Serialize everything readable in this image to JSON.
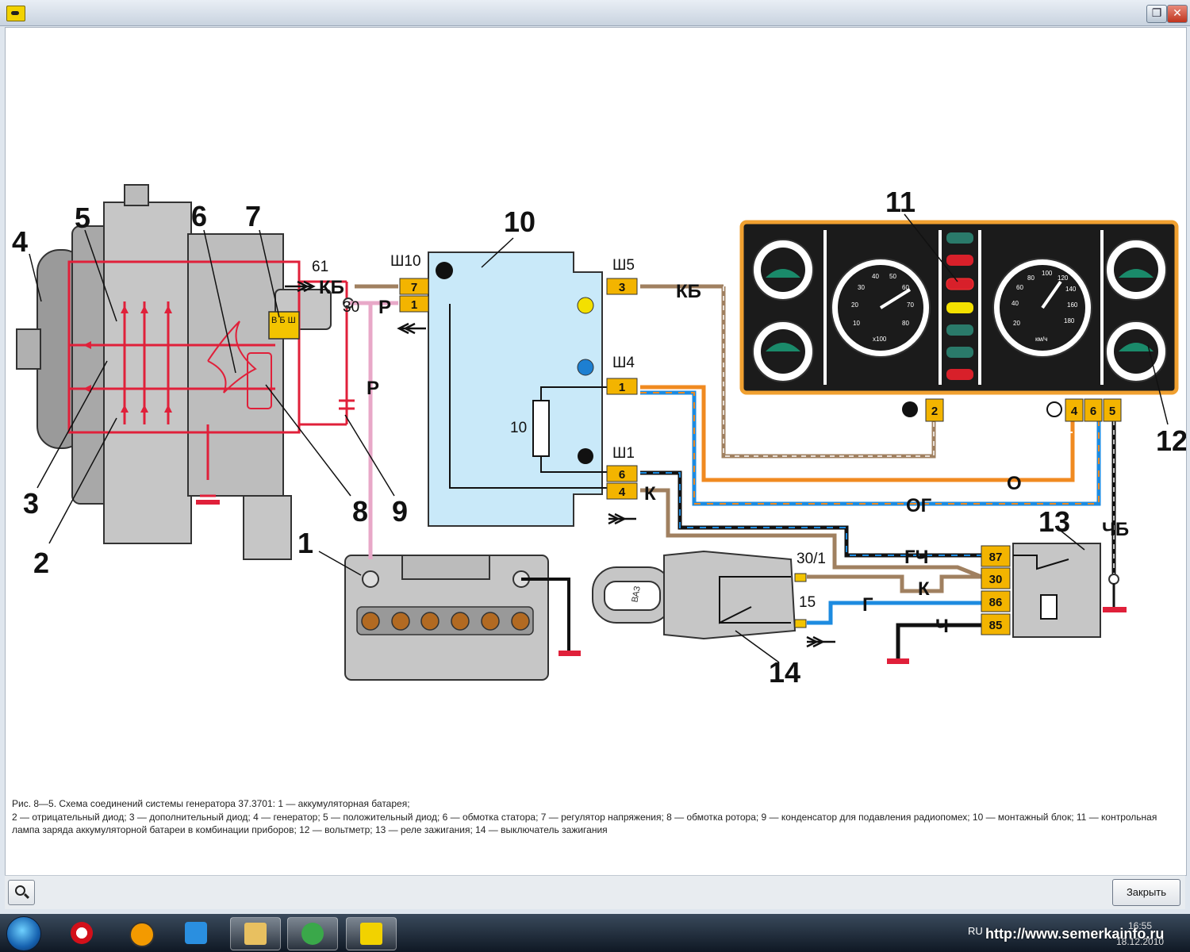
{
  "window": {
    "restore_icon": "restore-icon",
    "close_icon": "close-icon"
  },
  "diagram": {
    "callouts": [
      "1",
      "2",
      "3",
      "4",
      "5",
      "6",
      "7",
      "8",
      "9",
      "10",
      "11",
      "12",
      "13",
      "14"
    ],
    "labels": {
      "kb": "КБ",
      "p": "Р",
      "k": "К",
      "o": "О",
      "og": "ОГ",
      "gch": "ГЧ",
      "g": "Г",
      "ch": "Ч",
      "chb": "ЧБ",
      "n61": "61",
      "n30": "30",
      "n301": "30/1",
      "n15": "15",
      "n10": "10",
      "sh10": "Ш10",
      "sh5": "Ш5",
      "sh4": "Ш4",
      "sh1": "Ш1",
      "regulator": "В Б Ш",
      "key": "ВАЗ"
    },
    "pins": {
      "block_left": [
        "7",
        "1"
      ],
      "sh5": "3",
      "sh4": "1",
      "sh1": [
        "6",
        "4"
      ],
      "cluster": [
        "2",
        "4",
        "6",
        "5"
      ],
      "relay": [
        "87",
        "30",
        "86",
        "85"
      ]
    },
    "speedo": [
      "20",
      "40",
      "60",
      "80",
      "100",
      "120",
      "140",
      "160",
      "180",
      "км/ч"
    ],
    "tacho": [
      "10",
      "20",
      "30",
      "40",
      "50",
      "60",
      "70",
      "80",
      "x100"
    ]
  },
  "caption": {
    "line1": "Рис. 8—5. Схема соединений системы генератора 37.3701: 1 — аккумуляторная батарея;",
    "line2": "2 — отрицательный диод; 3 — дополнительный диод; 4 — генератор; 5 — положительный диод; 6 — обмотка статора; 7 — регулятор напряжения; 8 — обмотка ротора; 9 — конденсатор для подавления радиопомех; 10 — монтажный блок; 11 — контрольная лампа заряда аккумуляторной батареи в комбинации приборов; 12 — вольтметр; 13 — реле зажигания; 14 — выключатель зажигания"
  },
  "bottombar": {
    "close_label": "Закрыть",
    "zoom_icon": "magnifier-icon"
  },
  "taskbar": {
    "items": [
      "windows-start-icon",
      "opera-icon",
      "aimp-icon",
      "media-player-icon",
      "explorer-icon",
      "game-icon",
      "diagram-app-icon"
    ],
    "lang": "RU",
    "url": "http://www.semerkainfo.ru",
    "time": "16:55",
    "date": "18.12.2010"
  }
}
